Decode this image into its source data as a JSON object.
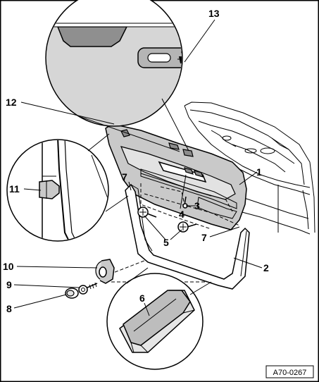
{
  "figure": {
    "reference_code": "A70-0267",
    "callouts": [
      {
        "id": "c1",
        "label": "1"
      },
      {
        "id": "c2",
        "label": "2"
      },
      {
        "id": "c3",
        "label": "3"
      },
      {
        "id": "c4",
        "label": "4"
      },
      {
        "id": "c5",
        "label": "5"
      },
      {
        "id": "c6",
        "label": "6"
      },
      {
        "id": "c7a",
        "label": "7"
      },
      {
        "id": "c7b",
        "label": "7"
      },
      {
        "id": "c8",
        "label": "8"
      },
      {
        "id": "c9",
        "label": "9"
      },
      {
        "id": "c10",
        "label": "10"
      },
      {
        "id": "c11",
        "label": "11"
      },
      {
        "id": "c12",
        "label": "12"
      },
      {
        "id": "c13",
        "label": "13"
      }
    ]
  }
}
